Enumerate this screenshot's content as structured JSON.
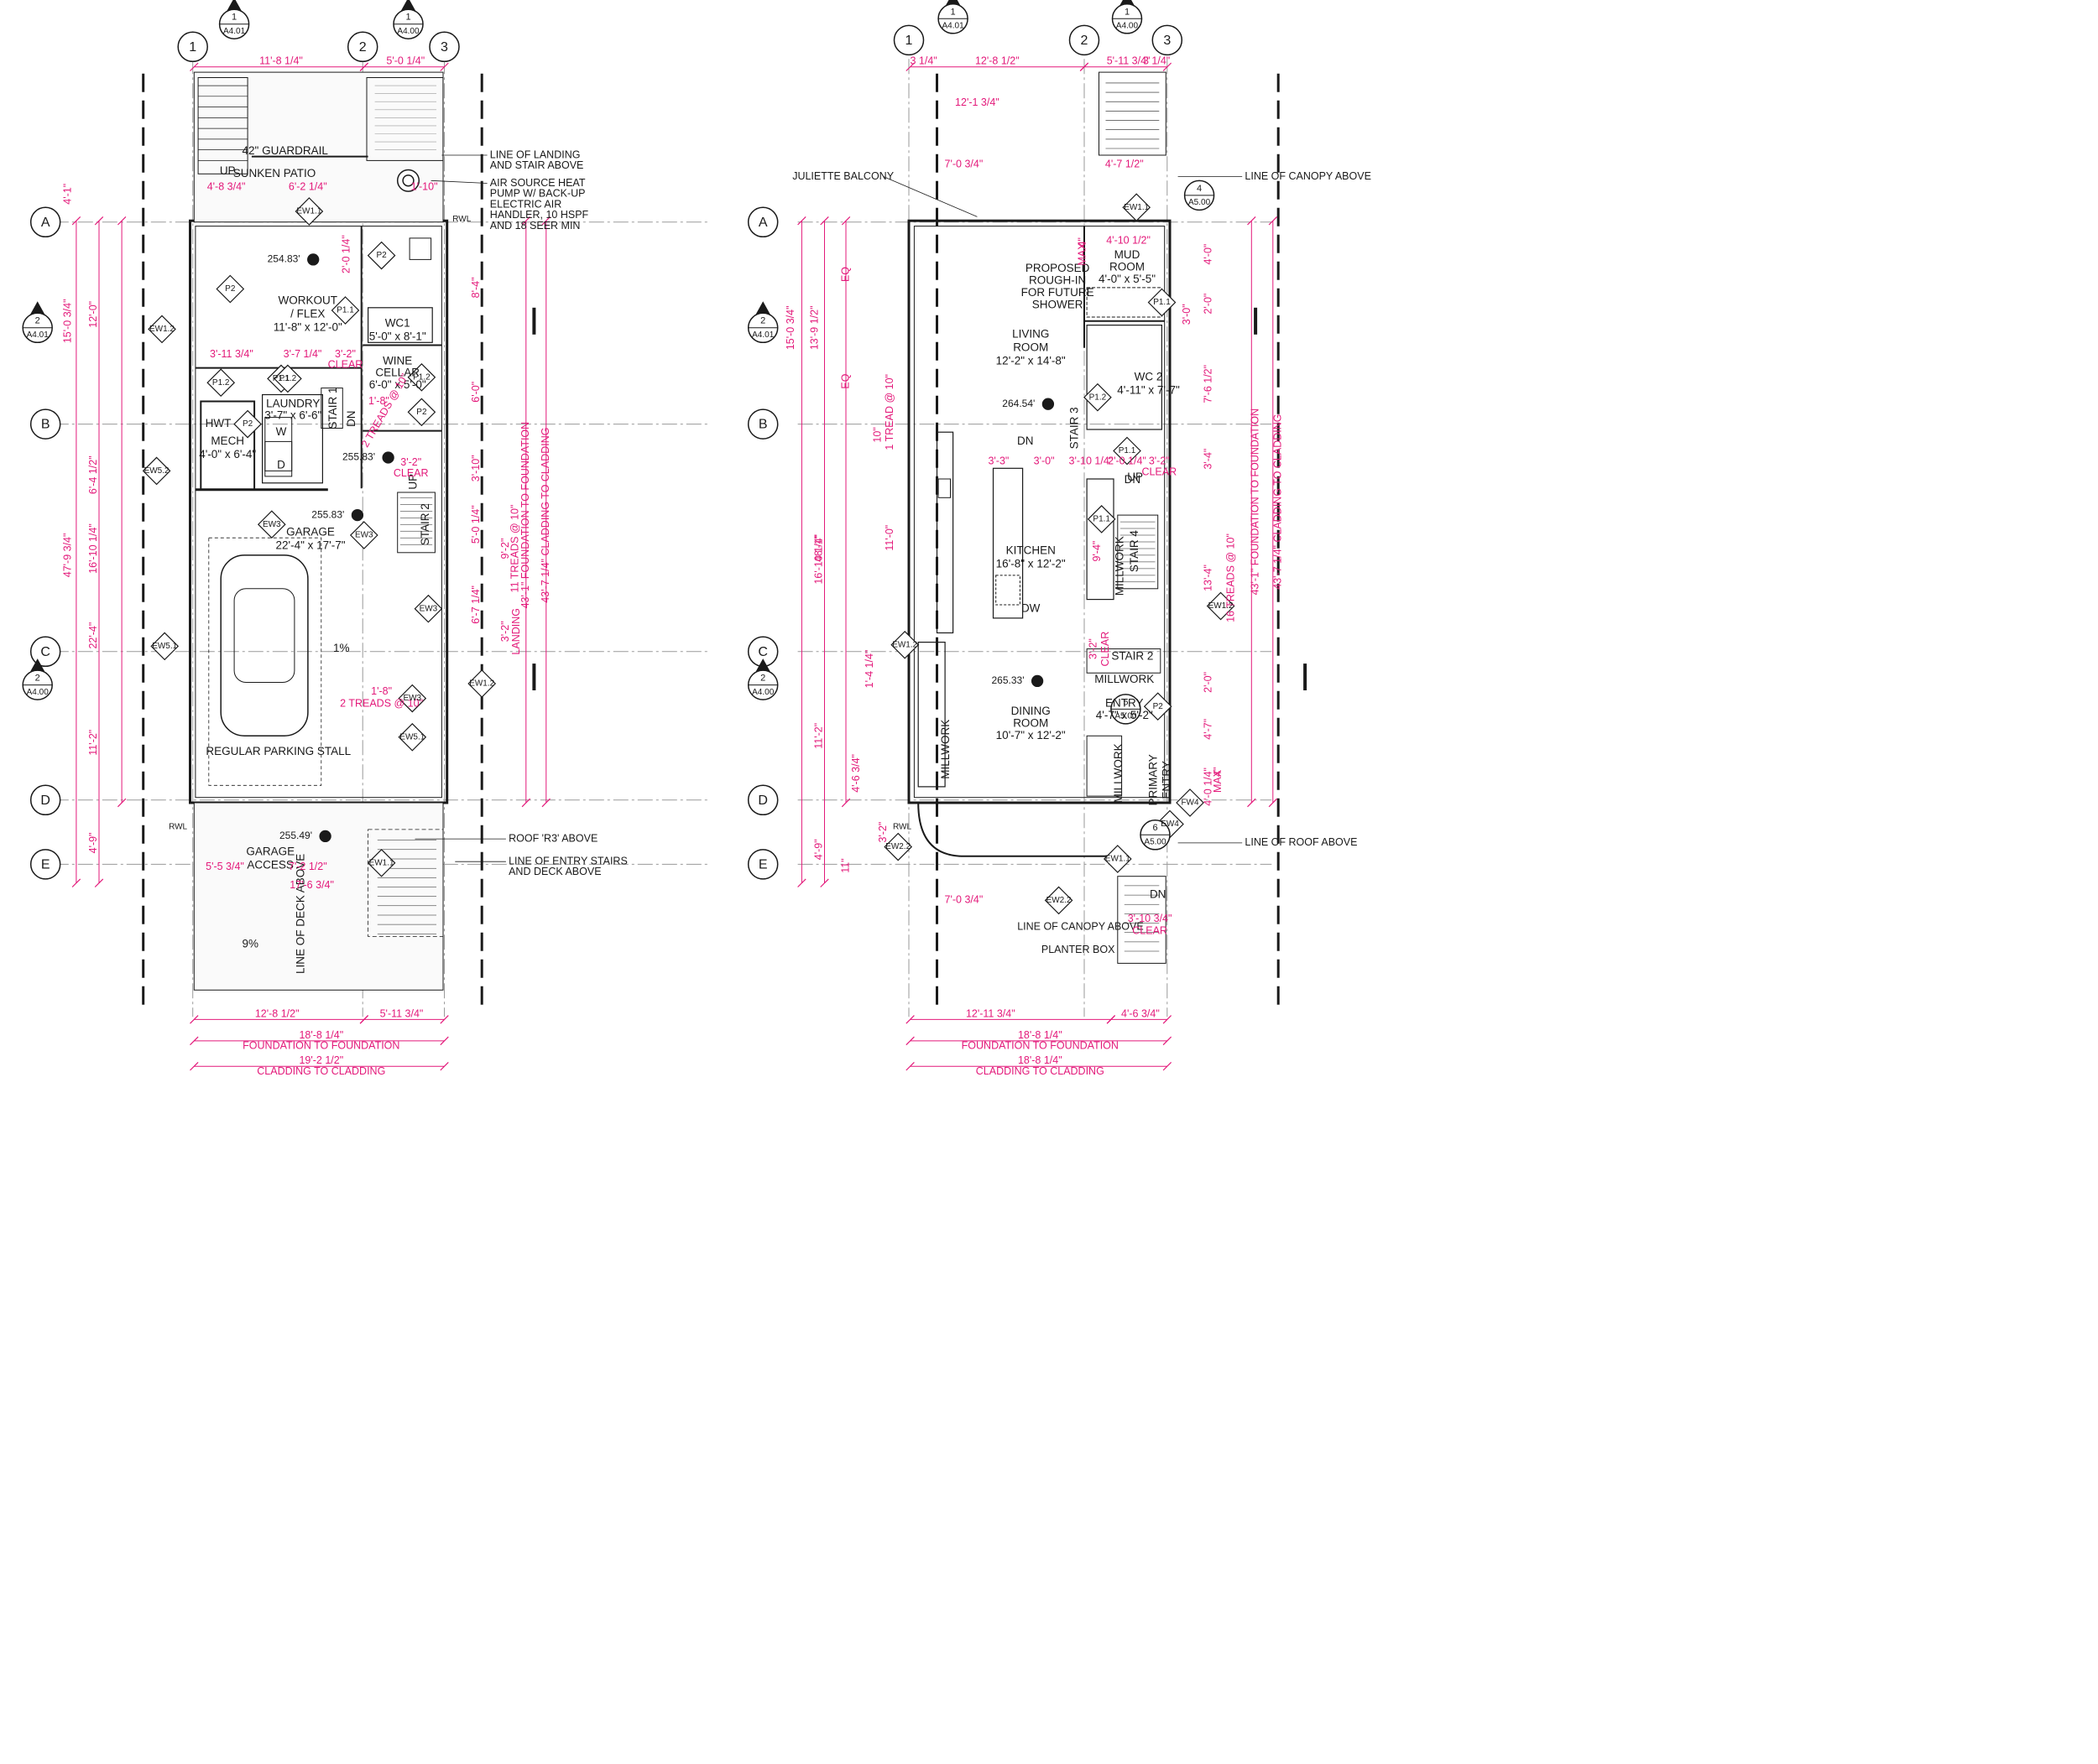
{
  "colors": {
    "ink": "#1a1a1a",
    "dim": "#e3197a",
    "grid": "#9a9a9a",
    "wall": "#555555",
    "hatch": "#d8d8d8"
  },
  "grid_labels": {
    "cols": [
      "1",
      "2",
      "3"
    ],
    "rows": [
      "A",
      "B",
      "C",
      "D",
      "E"
    ]
  },
  "section_markers": [
    {
      "num": "1",
      "sheet": "A4.01"
    },
    {
      "num": "1",
      "sheet": "A4.00"
    },
    {
      "num": "2",
      "sheet": "A4.01"
    },
    {
      "num": "2",
      "sheet": "A4.00"
    }
  ],
  "left_plan": {
    "room_labels": [
      {
        "text": "WORKOUT"
      },
      {
        "text": "/ FLEX"
      },
      {
        "text": "11'-8\" x 12'-0\""
      },
      {
        "text": "WC1"
      },
      {
        "text": "5'-0\" x 8'-1\""
      },
      {
        "text": "WINE"
      },
      {
        "text": "CELLAR"
      },
      {
        "text": "6'-0\" x 5'-0\""
      },
      {
        "text": "LAUNDRY"
      },
      {
        "text": "3'-7\" x 6'-6\""
      },
      {
        "text": "MECH"
      },
      {
        "text": "4'-0\" x 6'-4\""
      },
      {
        "text": "GARAGE"
      },
      {
        "text": "22'-4\" x 17'-7\""
      },
      {
        "text": "REGULAR PARKING STALL"
      },
      {
        "text": "SUNKEN PATIO"
      },
      {
        "text": "42\" GUARDRAIL"
      },
      {
        "text": "GARAGE"
      },
      {
        "text": "ACCESS"
      },
      {
        "text": "HWT"
      },
      {
        "text": "W"
      },
      {
        "text": "D"
      },
      {
        "text": "STAIR 1"
      },
      {
        "text": "STAIR 2"
      },
      {
        "text": "UP"
      },
      {
        "text": "UP"
      },
      {
        "text": "DN"
      },
      {
        "text": "1%"
      },
      {
        "text": "9%"
      },
      {
        "text": "LINE OF DECK ABOVE"
      }
    ],
    "notes": [
      {
        "text": "LINE OF LANDING"
      },
      {
        "text": "AND STAIR ABOVE"
      },
      {
        "text": "AIR SOURCE HEAT"
      },
      {
        "text": "PUMP W/ BACK-UP"
      },
      {
        "text": "ELECTRIC AIR"
      },
      {
        "text": "HANDLER, 10 HSPF"
      },
      {
        "text": "AND 18 SEER MIN"
      },
      {
        "text": "ROOF 'R3' ABOVE"
      },
      {
        "text": "LINE OF ENTRY STAIRS"
      },
      {
        "text": "AND DECK ABOVE"
      }
    ],
    "dims": [
      {
        "text": "11'-8 1/4\""
      },
      {
        "text": "5'-0 1/4\""
      },
      {
        "text": "4'-8 3/4\""
      },
      {
        "text": "6'-2 1/4\""
      },
      {
        "text": "1'-10\""
      },
      {
        "text": "2'-0 1/4\""
      },
      {
        "text": "3'-11 3/4\""
      },
      {
        "text": "3'-7 1/4\""
      },
      {
        "text": "3'-2\""
      },
      {
        "text": "CLEAR"
      },
      {
        "text": "2 TREADS @ 10\""
      },
      {
        "text": "1'-8\""
      },
      {
        "text": "3'-2\""
      },
      {
        "text": "CLEAR"
      },
      {
        "text": "5'-5 3/4\""
      },
      {
        "text": "7'-2 1/2\""
      },
      {
        "text": "17'-6 3/4\""
      },
      {
        "text": "2 TREADS @ 10\""
      },
      {
        "text": "1'-8\""
      },
      {
        "text": "12'-8 1/2\""
      },
      {
        "text": "5'-11 3/4\""
      },
      {
        "text": "18'-8 1/4\""
      },
      {
        "text": "FOUNDATION TO FOUNDATION"
      },
      {
        "text": "19'-2 1/2\""
      },
      {
        "text": "CLADDING TO CLADDING"
      }
    ],
    "vdims": [
      {
        "text": "4'-1\""
      },
      {
        "text": "15'-0 3/4\""
      },
      {
        "text": "12'-0\""
      },
      {
        "text": "47'-9 3/4\""
      },
      {
        "text": "6'-4 1/2\""
      },
      {
        "text": "16'-10 1/4\""
      },
      {
        "text": "22'-4\""
      },
      {
        "text": "11'-2\""
      },
      {
        "text": "4'-9\""
      },
      {
        "text": "8'-4\""
      },
      {
        "text": "6'-0\""
      },
      {
        "text": "3'-10\""
      },
      {
        "text": "5'-0 1/4\""
      },
      {
        "text": "6'-7 1/4\""
      },
      {
        "text": "9'-2\""
      },
      {
        "text": "3'-2\""
      },
      {
        "text": "LANDING"
      },
      {
        "text": "11 TREADS @ 10\""
      },
      {
        "text": "43'-1\" FOUNDATION TO FOUNDATION"
      },
      {
        "text": "43'-7 1/4\" CLADDING TO CLADDING"
      }
    ],
    "tags": [
      {
        "text": "P2"
      },
      {
        "text": "P1.1"
      },
      {
        "text": "P2"
      },
      {
        "text": "P1.2"
      },
      {
        "text": "P1.1"
      },
      {
        "text": "P1.2"
      },
      {
        "text": "P1.2"
      },
      {
        "text": "P2"
      },
      {
        "text": "P2"
      },
      {
        "text": "EW1.1"
      },
      {
        "text": "EW1.2"
      },
      {
        "text": "EW5.2"
      },
      {
        "text": "EW5.1"
      },
      {
        "text": "EW3"
      },
      {
        "text": "EW3"
      },
      {
        "text": "EW3"
      },
      {
        "text": "EW3"
      },
      {
        "text": "EW1.2"
      },
      {
        "text": "EW5.1"
      },
      {
        "text": "EW1.1"
      }
    ],
    "elevations": [
      {
        "text": "254.83'"
      },
      {
        "text": "255.83'"
      },
      {
        "text": "255.83'"
      },
      {
        "text": "255.49'"
      }
    ],
    "misc": [
      {
        "text": "RWL"
      },
      {
        "text": "RWL"
      }
    ]
  },
  "right_plan": {
    "room_labels": [
      {
        "text": "LIVING"
      },
      {
        "text": "ROOM"
      },
      {
        "text": "12'-2\" x 14'-8\""
      },
      {
        "text": "MUD"
      },
      {
        "text": "ROOM"
      },
      {
        "text": "4'-0\" x 5'-5\""
      },
      {
        "text": "PROPOSED"
      },
      {
        "text": "ROUGH-IN"
      },
      {
        "text": "FOR FUTURE"
      },
      {
        "text": "SHOWER"
      },
      {
        "text": "WC 2"
      },
      {
        "text": "4'-11\" x 7'-7\""
      },
      {
        "text": "KITCHEN"
      },
      {
        "text": "16'-8\" x 12'-2\""
      },
      {
        "text": "DW"
      },
      {
        "text": "DINING"
      },
      {
        "text": "ROOM"
      },
      {
        "text": "10'-7\" x 12'-2\""
      },
      {
        "text": "ENTRY"
      },
      {
        "text": "4'-7\" x 5'-2\""
      },
      {
        "text": "PRIMARY"
      },
      {
        "text": "ENTRY"
      },
      {
        "text": "MILLWORK"
      },
      {
        "text": "MILLWORK"
      },
      {
        "text": "MILLWORK"
      },
      {
        "text": "MILLWORK"
      },
      {
        "text": "STAIR 3"
      },
      {
        "text": "STAIR 4"
      },
      {
        "text": "STAIR 2"
      },
      {
        "text": "DN"
      },
      {
        "text": "DN"
      },
      {
        "text": "DN"
      },
      {
        "text": "UP"
      }
    ],
    "notes": [
      {
        "text": "JULIETTE BALCONY"
      },
      {
        "text": "LINE OF CANOPY ABOVE"
      },
      {
        "text": "LINE OF ROOF ABOVE"
      },
      {
        "text": "LINE OF CANOPY ABOVE"
      },
      {
        "text": "PLANTER BOX"
      }
    ],
    "dims": [
      {
        "text": "3 1/4\""
      },
      {
        "text": "12'-8 1/2\""
      },
      {
        "text": "5'-11 3/4\""
      },
      {
        "text": "3 1/4\""
      },
      {
        "text": "12'-1 3/4\""
      },
      {
        "text": "7'-0 3/4\""
      },
      {
        "text": "4'-7 1/2\""
      },
      {
        "text": "4'-10 1/2\""
      },
      {
        "text": "3'-3\""
      },
      {
        "text": "3'-0\""
      },
      {
        "text": "3'-10 1/4\""
      },
      {
        "text": "2'-0 1/4\""
      },
      {
        "text": "3'-2\""
      },
      {
        "text": "CLEAR"
      },
      {
        "text": "7'-0 3/4\""
      },
      {
        "text": "3'-10 3/4\""
      },
      {
        "text": "CLEAR"
      },
      {
        "text": "12'-11 3/4\""
      },
      {
        "text": "4'-6 3/4\""
      },
      {
        "text": "18'-8 1/4\""
      },
      {
        "text": "FOUNDATION TO FOUNDATION"
      },
      {
        "text": "18'-8 1/4\""
      },
      {
        "text": "CLADDING TO CLADDING"
      },
      {
        "text": "4\""
      },
      {
        "text": "MAX"
      },
      {
        "text": "4\""
      },
      {
        "text": "MAX"
      }
    ],
    "vdims": [
      {
        "text": "15'-0 3/4\""
      },
      {
        "text": "13'-9 1/2\""
      },
      {
        "text": "EQ"
      },
      {
        "text": "EQ"
      },
      {
        "text": "48'-1\""
      },
      {
        "text": "16'-10 1/4\""
      },
      {
        "text": "11'-2\""
      },
      {
        "text": "4'-6 3/4\""
      },
      {
        "text": "3'-2\""
      },
      {
        "text": "4'-9\""
      },
      {
        "text": "11\""
      },
      {
        "text": "1'-4 1/4\""
      },
      {
        "text": "1 TREAD @ 10\""
      },
      {
        "text": "10\""
      },
      {
        "text": "11'-0\""
      },
      {
        "text": "9'-4\""
      },
      {
        "text": "3'-2\""
      },
      {
        "text": "CLEAR"
      },
      {
        "text": "4'-0\""
      },
      {
        "text": "2'-0\""
      },
      {
        "text": "3'-0\""
      },
      {
        "text": "7'-6 1/2\""
      },
      {
        "text": "3'-4\""
      },
      {
        "text": "13'-4\""
      },
      {
        "text": "2'-0\""
      },
      {
        "text": "4'-7\""
      },
      {
        "text": "4'-0 1/4\""
      },
      {
        "text": "16 TREADS @ 10\""
      },
      {
        "text": "43'-1\" FOUNDATION TO FOUNDATION"
      },
      {
        "text": "43'-7 1/4\" CLADDING TO CLADDING"
      }
    ],
    "tags": [
      {
        "text": "EW1.1"
      },
      {
        "text": "P1.1"
      },
      {
        "text": "P1.2"
      },
      {
        "text": "P1.1"
      },
      {
        "text": "P1.1"
      },
      {
        "text": "EW1.2"
      },
      {
        "text": "EW1.2"
      },
      {
        "text": "P2"
      },
      {
        "text": "EW2.2"
      },
      {
        "text": "EW1.1"
      },
      {
        "text": "EW2.2"
      },
      {
        "text": "FW4"
      },
      {
        "text": "EW4"
      }
    ],
    "callouts": [
      {
        "num": "4",
        "sheet": "A5.00"
      },
      {
        "num": "5",
        "sheet": "A5.00"
      },
      {
        "num": "6",
        "sheet": "A5.00"
      }
    ],
    "elevations": [
      {
        "text": "264.54'"
      },
      {
        "text": "265.33'"
      }
    ],
    "misc": [
      {
        "text": "RWL"
      }
    ]
  }
}
